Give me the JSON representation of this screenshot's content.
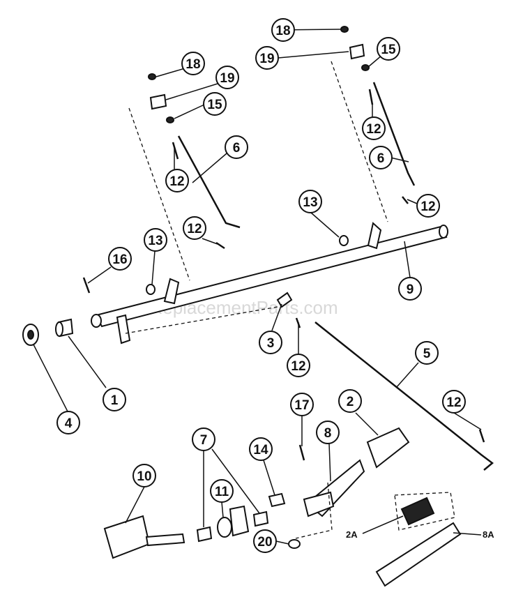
{
  "watermark": "eReplacementParts.com",
  "callouts": {
    "c18a": "18",
    "c19a": "19",
    "c15a": "15",
    "c18b": "18",
    "c19b": "19",
    "c15b": "15",
    "c12a": "12",
    "c6a": "6",
    "c12b": "12",
    "c6b": "6",
    "c12c": "12",
    "c13a": "13",
    "c12d": "12",
    "c13b": "13",
    "c16": "16",
    "c9": "9",
    "c3": "3",
    "c12e": "12",
    "c5": "5",
    "c1": "1",
    "c4": "4",
    "c2": "2",
    "c17": "17",
    "c12f": "12",
    "c8": "8",
    "c14": "14",
    "c7": "7",
    "c10": "10",
    "c11": "11",
    "c20": "20"
  },
  "side_labels": {
    "l2a": "2A",
    "l8a": "8A"
  }
}
